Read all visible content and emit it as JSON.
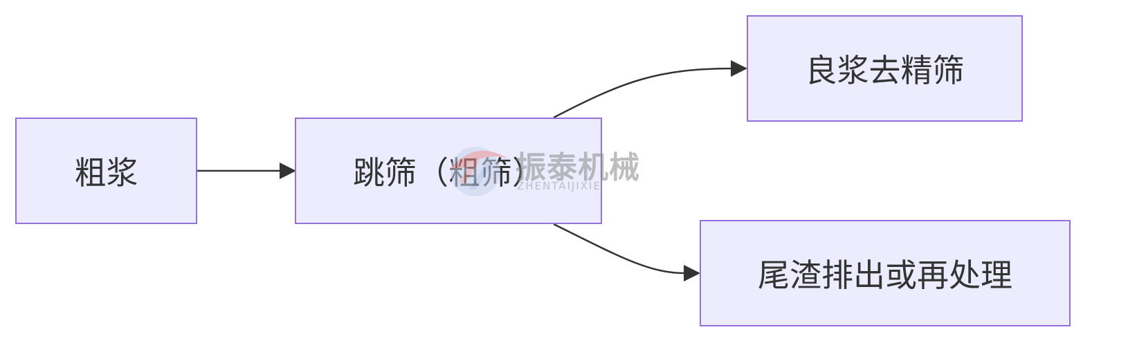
{
  "nodes": {
    "crude_pulp": "粗浆",
    "jig_screen": "跳筛（粗筛）",
    "good_pulp": "良浆去精筛",
    "tailings": "尾渣排出或再处理"
  },
  "watermark": {
    "name_cn": "振泰机械",
    "name_en": "ZHENTAIJIXIE"
  },
  "colors": {
    "node_fill": "#ececfe",
    "node_border": "#9370db",
    "edge": "#333333",
    "text": "#333333"
  }
}
